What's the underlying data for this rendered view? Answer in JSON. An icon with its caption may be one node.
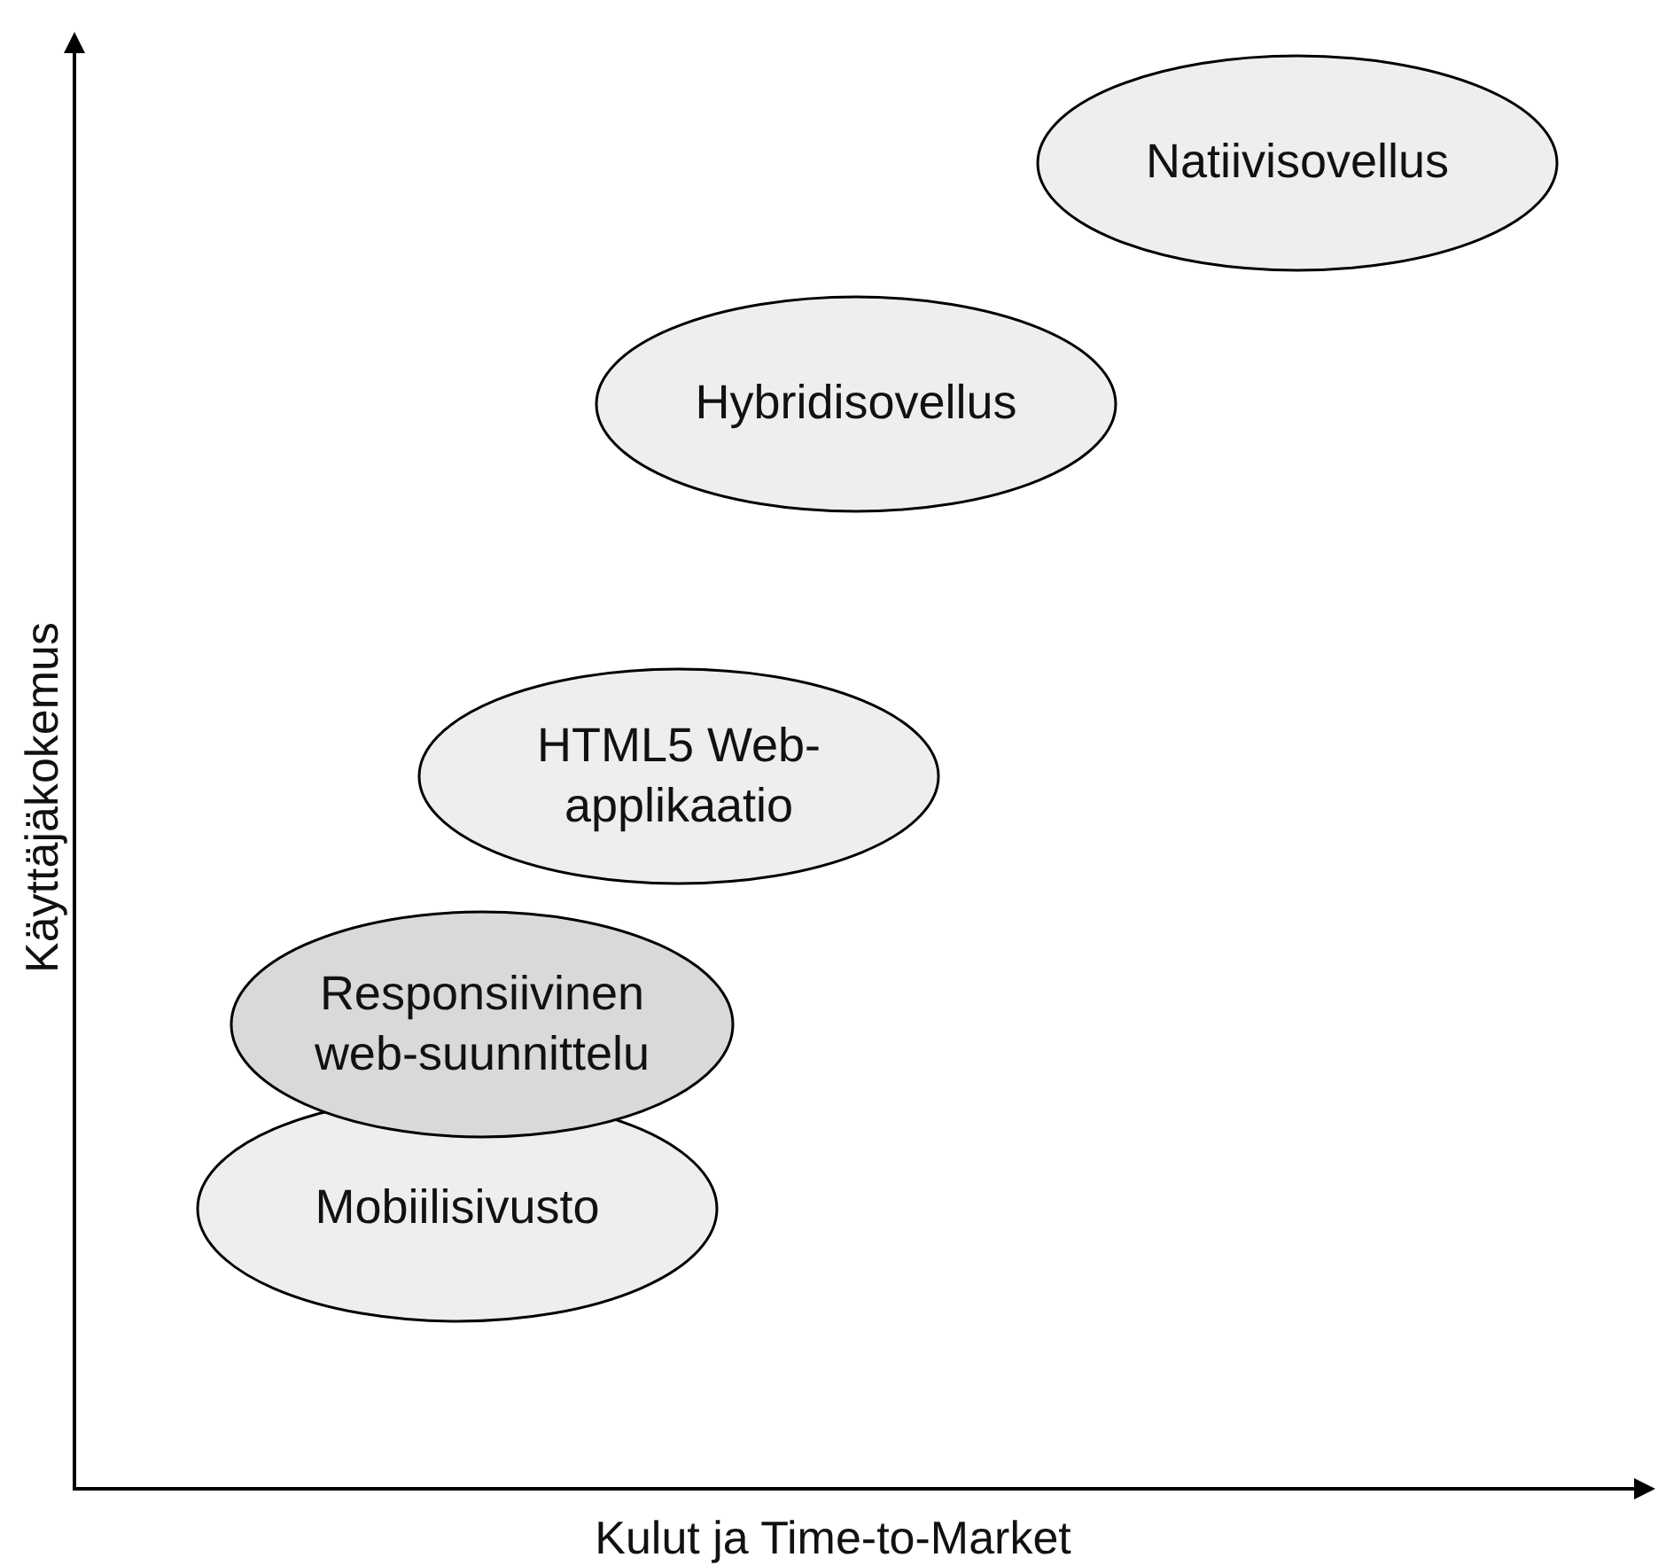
{
  "diagram": {
    "nodes": [
      {
        "text": [
          "Natiivisovellus"
        ]
      },
      {
        "text": [
          "Hybridisovellus"
        ]
      },
      {
        "text": [
          "HTML5 Web-applikaatio"
        ]
      },
      {
        "text": [
          "Responsiivinen web-suunnittelu"
        ]
      },
      {
        "text": [
          "Mobiilisivusto"
        ]
      }
    ],
    "edges": [],
    "labels": [
      "Käyttäjäkokemus",
      "Kulut ja Time-to-Market"
    ]
  }
}
